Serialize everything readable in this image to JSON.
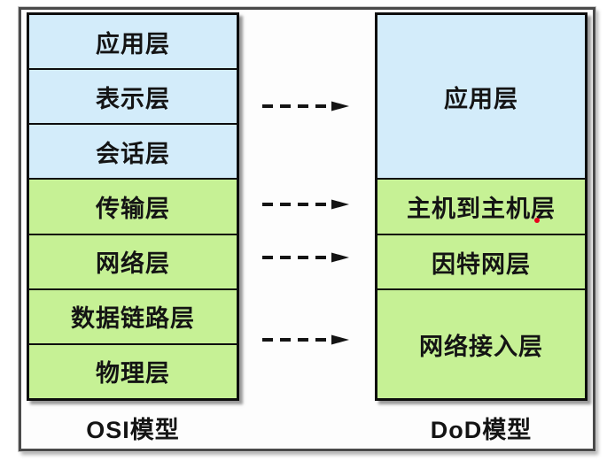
{
  "diagram": {
    "type": "layer-mapping-diagram",
    "colors": {
      "upper_layers_fill": "#d3ecfa",
      "lower_layers_fill": "#c6f195",
      "border": "#0d0d0d",
      "frame_border": "#4a4a4a",
      "text": "#141414",
      "red_dot": "#e8001c"
    },
    "osi": {
      "label": "OSI模型",
      "layers": [
        {
          "name": "应用层",
          "color": "blue"
        },
        {
          "name": "表示层",
          "color": "blue"
        },
        {
          "name": "会话层",
          "color": "blue"
        },
        {
          "name": "传输层",
          "color": "green"
        },
        {
          "name": "网络层",
          "color": "green"
        },
        {
          "name": "数据链路层",
          "color": "green"
        },
        {
          "name": "物理层",
          "color": "green"
        }
      ]
    },
    "dod": {
      "label": "DoD模型",
      "layers": [
        {
          "name": "应用层",
          "color": "blue",
          "spans_osi_rows": 3,
          "red_dot": false
        },
        {
          "name": "主机到主机层",
          "color": "green",
          "spans_osi_rows": 1,
          "red_dot": true
        },
        {
          "name": "因特网层",
          "color": "green",
          "spans_osi_rows": 1,
          "red_dot": false
        },
        {
          "name": "网络接入层",
          "color": "green",
          "spans_osi_rows": 2,
          "red_dot": false
        }
      ]
    },
    "arrows": {
      "count": 4,
      "style": "dashed",
      "direction": "left-to-right",
      "color": "#141414"
    }
  }
}
